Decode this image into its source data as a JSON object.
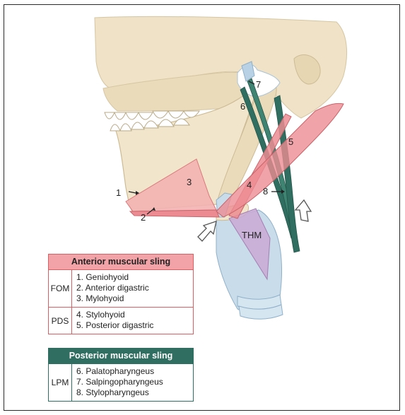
{
  "figure": {
    "labels": {
      "l1": "1",
      "l2": "2",
      "l3": "3",
      "l4": "4",
      "l5": "5",
      "l6": "6",
      "l7": "7",
      "l8": "8",
      "thm": "THM"
    }
  },
  "legend": {
    "anterior": {
      "title": "Anterior muscular sling",
      "groups": [
        {
          "abbr": "FOM",
          "items": [
            "1. Geniohyoid",
            "2. Anterior digastric",
            "3. Mylohyoid"
          ]
        },
        {
          "abbr": "PDS",
          "items": [
            "4. Stylohyoid",
            "5. Posterior digastric"
          ]
        }
      ]
    },
    "posterior": {
      "title": "Posterior muscular sling",
      "groups": [
        {
          "abbr": "LPM",
          "items": [
            "6. Palatopharyngeus",
            "7. Salpingopharyngeus",
            "8. Stylopharyngeus"
          ]
        }
      ]
    }
  },
  "colors": {
    "bone": "#efe2c6",
    "bone_edge": "#cdbb95",
    "anterior_muscle": "#ec8c92",
    "posterior_muscle": "#2f6e60",
    "cartilage": "#c9dcea",
    "thyrohyoid": "#c9a9d3"
  }
}
